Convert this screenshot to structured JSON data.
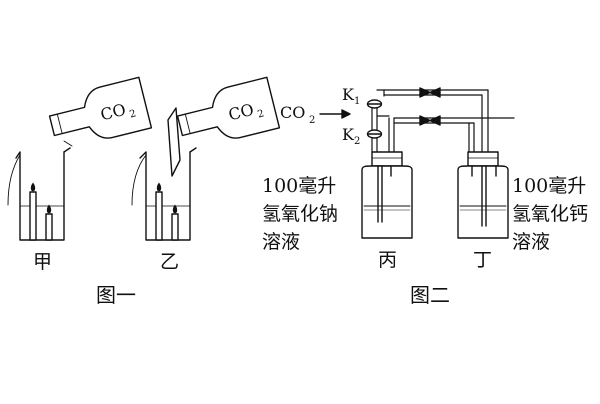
{
  "figure1": {
    "flask_label": "CO",
    "flask_label_sub": "2",
    "beaker_a_label": "甲",
    "beaker_b_label": "乙",
    "caption": "图一"
  },
  "figure2": {
    "gas_label": "CO",
    "gas_label_sub": "2",
    "valve1_label": "K",
    "valve1_sub": "1",
    "valve2_label": "K",
    "valve2_sub": "2",
    "left_solution": [
      "100毫升",
      "氢氧化钠",
      "溶液"
    ],
    "right_solution": [
      "100毫升",
      "氢氧化钙",
      "溶液"
    ],
    "bottle_c_label": "丙",
    "bottle_d_label": "丁",
    "caption": "图二"
  }
}
